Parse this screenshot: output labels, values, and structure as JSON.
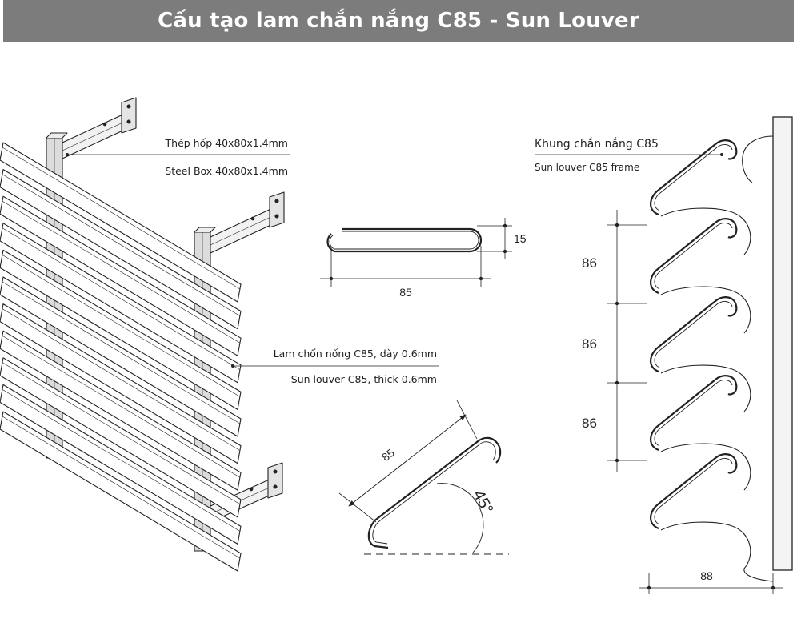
{
  "title": "Cấu tạo lam chắn nắng C85 - Sun Louver",
  "labels": {
    "steel_box_vi": "Thép hốp 40x80x1.4mm",
    "steel_box_en": "Steel Box 40x80x1.4mm",
    "louver_vi": "Lam chốn nống C85, dày 0.6mm",
    "louver_en": "Sun louver C85, thick 0.6mm",
    "frame_vi": "Khung chắn nắng C85",
    "frame_en": "Sun louver C85 frame"
  },
  "dimensions": {
    "profile_width": "85",
    "profile_height": "15",
    "tilted_length": "85",
    "angle": "45°",
    "spacing": [
      "86",
      "86",
      "86"
    ],
    "frame_depth": "88"
  },
  "colors": {
    "title_bar": "#7c7c7c",
    "line": "#222222",
    "post": "#dcdcdc"
  }
}
